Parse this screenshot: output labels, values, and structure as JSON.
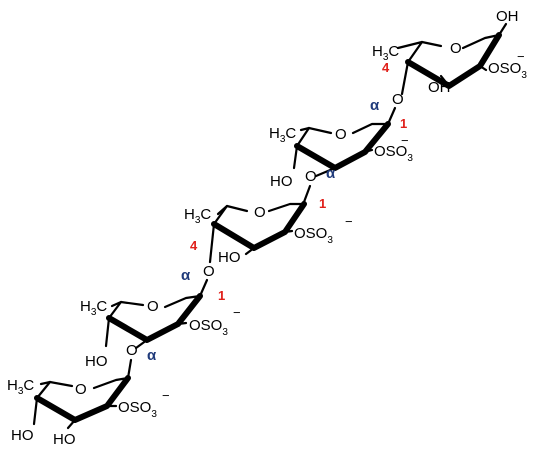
{
  "labels": {
    "oh": "OH",
    "ho": "HO",
    "h3c": "H3C",
    "h3c_main": "H3C",
    "h3c_sub": "3",
    "o": "O",
    "oso3_main": "OSO",
    "oso3_sub": "3",
    "charge": "−",
    "alpha": "α",
    "pos1": "1",
    "pos4": "4"
  },
  "colors": {
    "position_numbers": "#e0201a",
    "alpha_labels": "#1f3a7a",
    "structure": "#000000"
  }
}
